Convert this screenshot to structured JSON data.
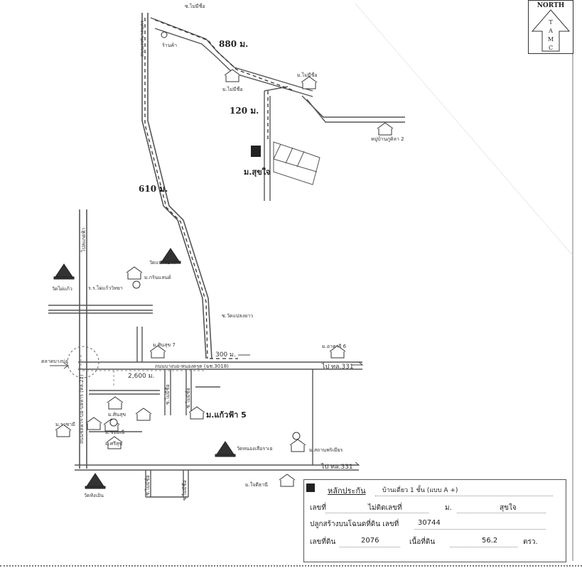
{
  "north_arrow": {
    "label": "NORTH",
    "letters": [
      "T",
      "A",
      "M",
      "C"
    ]
  },
  "distances": {
    "d880": "880 ม.",
    "d120": "120 ม.",
    "d610": "610 ม.",
    "d300": "300 ม.",
    "d2600": "2,600 ม."
  },
  "labels": {
    "soi_no_name_top": "ซ.ไม่มีชื่อ",
    "shop": "ร้านค้า",
    "village_no_name_1": "ม.ไม่มีชื่อ",
    "village_no_name_2": "ม.ไม่มีชื่อ",
    "village_pukhila": "หมู่บ้านภูคิลา 2",
    "target_village": "ม.สุขใจ",
    "road_left_vertical": "ถนนเทศบาลนคร",
    "to_saen_thong": "ไปสแกตฟ้า",
    "wat_plong": "วัดแปลงยาว",
    "wat_left": "วัดไผ่แก้ว",
    "school": "ร.ร.ไผ่แก้ววิทยา",
    "village_krinlan": "ม.กรินแลนด์",
    "soi_wat_plong": "ซ.วัดแปลงยาว",
    "village_sinsuk7": "ม.ศินสุข 7",
    "village_arnaree": "ม.อาคารี 6",
    "main_road": "ถนนบางบอ-หนองตรุด (ฉช.3018)",
    "market": "ตลาดบางบ่อ",
    "to_331_a": "ไป ทล.331",
    "to_331_b": "ไป ทล.331",
    "left_road": "ถนนชลหาร-บ่อ-บลหาร (ทล.21)",
    "soi_mid_1": "ซ.ไม่มีชื่อ",
    "soi_mid_2": "ซ.ไม่มีชื่อ",
    "village_kaewfa5": "ม.แก้วฟ้า 5",
    "village_sinsuk": "ม.ศินสุข",
    "village_ratmee": "ม.ราชามี",
    "village_khimmee": "ม.ชมมณี",
    "village_suriyasuk": "ม.ศรีสุข",
    "school_nongsadet": "วัดหนองเสือราเย",
    "village_sathanpong": "ม.สถานพริเมียร",
    "village_jaidee": "ม.ใจดีธานี",
    "wat_bottom": "วัดหังเอิน",
    "soi_bottom_1": "ซ.ไม่มีชื่อ",
    "soi_bottom_2": "ซ.ไม่มีชื่อ"
  },
  "info": {
    "title": "หลักประกัน",
    "type": "บ้านเดี่ยว 1 ชั้น (แบบ A +)",
    "house_no_label": "เลขที่",
    "house_no_value": "ไม่ติดเลขที่",
    "village_label": "ม.",
    "village_value": "สุขใจ",
    "land_deed_label": "ปลูกสร้างบนโฉนดที่ดิน เลขที่",
    "land_deed_value": "30744",
    "land_no_label": "เลขที่ดิน",
    "land_no_value": "2076",
    "area_label": "เนื้อที่ดิน",
    "area_value": "56.2",
    "area_unit": "ตรว."
  }
}
